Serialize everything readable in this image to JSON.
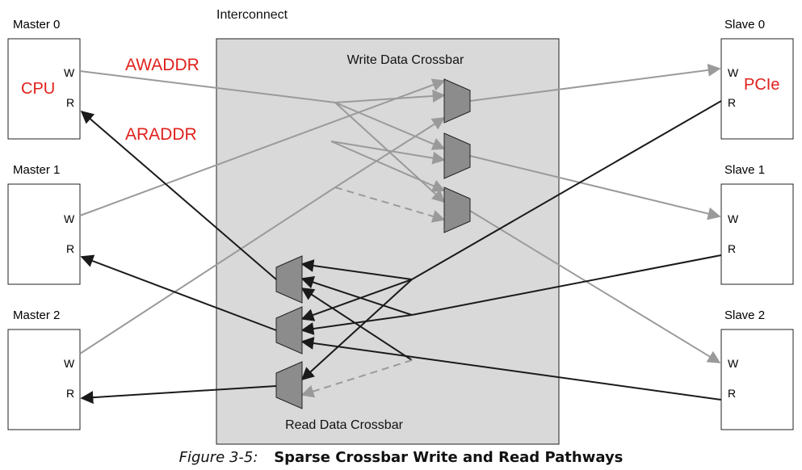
{
  "interconnect": {
    "label": "Interconnect",
    "write_crossbar_label": "Write Data Crossbar",
    "read_crossbar_label": "Read Data Crossbar"
  },
  "masters": [
    {
      "name": "Master 0",
      "w": "W",
      "r": "R",
      "tag": "CPU"
    },
    {
      "name": "Master 1",
      "w": "W",
      "r": "R",
      "tag": ""
    },
    {
      "name": "Master 2",
      "w": "W",
      "r": "R",
      "tag": ""
    }
  ],
  "slaves": [
    {
      "name": "Slave 0",
      "w": "W",
      "r": "R",
      "tag": "PCIe"
    },
    {
      "name": "Slave 1",
      "w": "W",
      "r": "R",
      "tag": ""
    },
    {
      "name": "Slave 2",
      "w": "W",
      "r": "R",
      "tag": ""
    }
  ],
  "annotations": {
    "write_address": "AWADDR",
    "read_address": "ARADDR"
  },
  "caption": {
    "label": "Figure 3-5:",
    "title": "Sparse Crossbar Write and Read Pathways"
  },
  "colors": {
    "write_path": "#9a9a9a",
    "read_path": "#1a1a1a",
    "interconnect_fill": "#d9d9d9",
    "mux_fill": "#8c8c8c",
    "annotation": "#e0201c"
  }
}
